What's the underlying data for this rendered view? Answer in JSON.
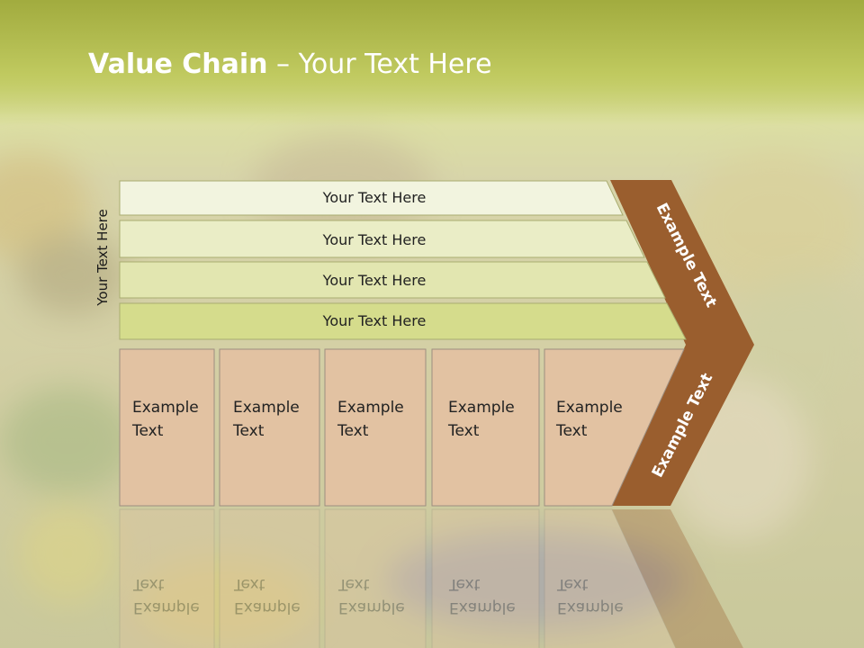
{
  "slide": {
    "title_bold": "Value Chain",
    "title_rest": " – Your Text Here",
    "side_label": "Your Text Here"
  },
  "rows": [
    {
      "label": "Your Text Here",
      "color": "#f2f4df"
    },
    {
      "label": "Your Text Here",
      "color": "#eaedc6"
    },
    {
      "label": "Your Text Here",
      "color": "#e2e6b0"
    },
    {
      "label": "Your Text Here",
      "color": "#d5dc8c"
    }
  ],
  "boxes": [
    {
      "line1": "Example",
      "line2": "Text"
    },
    {
      "line1": "Example",
      "line2": "Text"
    },
    {
      "line1": "Example",
      "line2": "Text"
    },
    {
      "line1": "Example",
      "line2": "Text"
    },
    {
      "line1": "Example",
      "line2": "Text"
    }
  ],
  "chevron": {
    "top_text": "Example Text",
    "bottom_text": "Example Text",
    "color": "#9a5e2e"
  },
  "colors": {
    "box_fill": "#e2c2a2",
    "box_stroke": "#9c8e80",
    "row_stroke": "#a9ad70",
    "title": "#ffffff"
  }
}
